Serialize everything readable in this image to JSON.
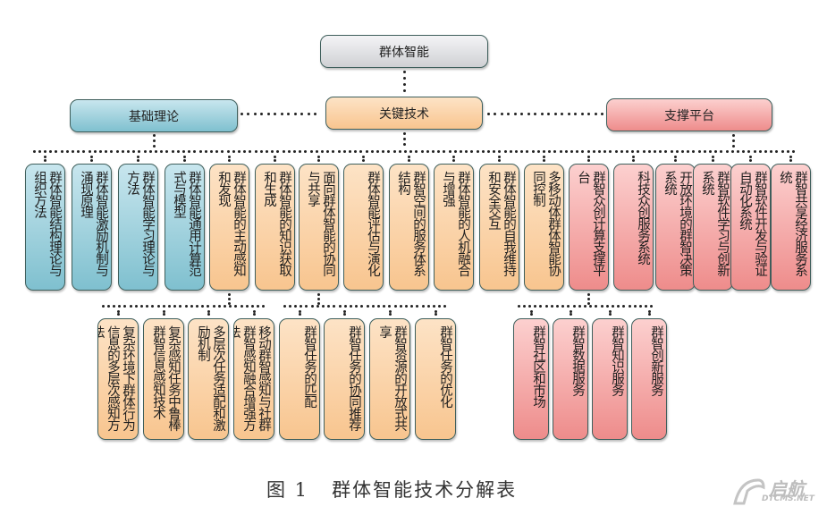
{
  "root": {
    "label": "群体智能"
  },
  "categories": [
    {
      "id": "basic",
      "label": "基础理论",
      "color": "blue"
    },
    {
      "id": "key",
      "label": "关键技术",
      "color": "orange"
    },
    {
      "id": "platform",
      "label": "支撑平台",
      "color": "red"
    }
  ],
  "level2": [
    {
      "label": "群体智能结构理论与组织方法",
      "parent": "basic",
      "color": "blue"
    },
    {
      "label": "群体智能激励机制与涌现原理",
      "parent": "basic",
      "color": "blue"
    },
    {
      "label": "群体智能学习理论与方法",
      "parent": "basic",
      "color": "blue"
    },
    {
      "label": "群体智能通用计算范式与模型",
      "parent": "basic",
      "color": "blue"
    },
    {
      "label": "群体智能的主动感知和发现",
      "parent": "key",
      "color": "orange"
    },
    {
      "label": "群体智能的知识获取和生成",
      "parent": "key",
      "color": "orange"
    },
    {
      "label": "面向群体智能的协同与共享",
      "parent": "key",
      "color": "orange"
    },
    {
      "label": "群体智能评估与演化",
      "parent": "key",
      "color": "orange"
    },
    {
      "label": "群智空间的服务体系结构",
      "parent": "key",
      "color": "orange"
    },
    {
      "label": "群体智能的人机融合与增强",
      "parent": "key",
      "color": "orange"
    },
    {
      "label": "群体智能的自我维持和安全交互",
      "parent": "key",
      "color": "orange"
    },
    {
      "label": "多移动体群体智能协同控制",
      "parent": "key",
      "color": "orange"
    },
    {
      "label": "群智众创计算支撑平台",
      "parent": "platform",
      "color": "red"
    },
    {
      "label": "科技众创服务系统",
      "parent": "platform",
      "color": "red"
    },
    {
      "label": "开放环境的群智决策系统",
      "parent": "platform",
      "color": "red"
    },
    {
      "label": "群智软件学习与创新系统",
      "parent": "platform",
      "color": "red"
    },
    {
      "label": "群智软件开发与验证自动化系统",
      "parent": "platform",
      "color": "red"
    },
    {
      "label": "群智共享经济服务系统",
      "parent": "platform",
      "color": "red"
    }
  ],
  "level3_groups": [
    {
      "parent": "群体智能的主动感知和发现",
      "color": "orange",
      "items": [
        "复杂环境下群体行为信息的多层次感知方法",
        "复杂感知任务中鲁棒群智信息感知技术",
        "多层次任务适配和激励机制",
        "移动群智感知与社群群智感知融合增强方法"
      ]
    },
    {
      "parent": "面向群体智能的协同与共享",
      "color": "orange",
      "items": [
        "群智任务的匹配",
        "群智任务的协同推荐",
        "群智资源的开放式共享",
        "群智任务的优化"
      ]
    },
    {
      "parent": "群智众创计算支撑平台",
      "color": "red",
      "items": [
        "群智社区和市场",
        "群智数据服务",
        "群智知识服务",
        "群智创新服务"
      ]
    }
  ],
  "caption": {
    "figure_label": "图 1",
    "title": "群体智能技术分解表"
  },
  "watermark": {
    "brand_cn": "启航",
    "brand_en": "DTCMS.NET"
  }
}
